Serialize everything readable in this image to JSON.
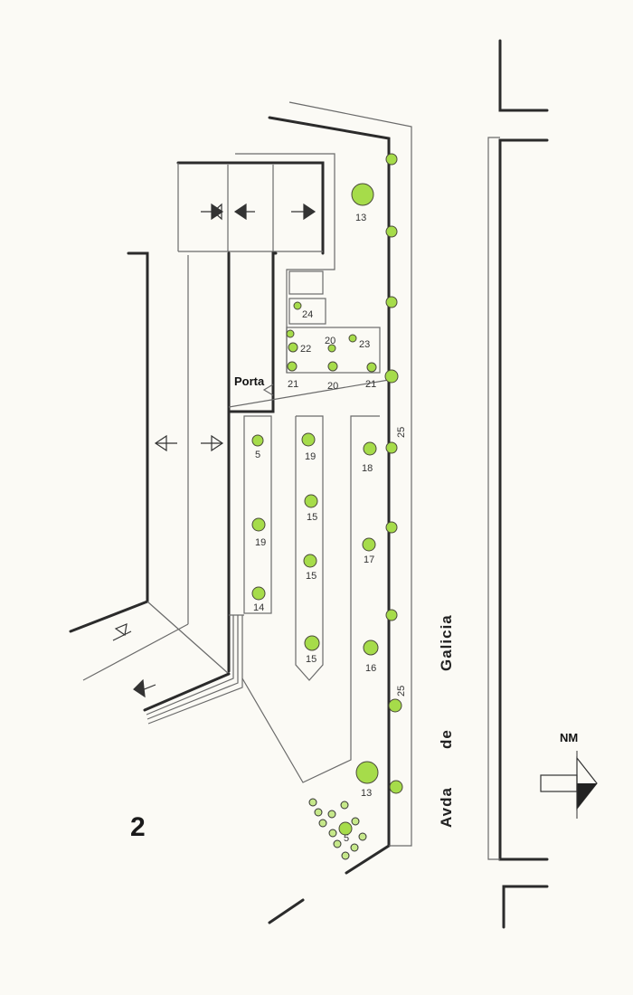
{
  "figure_number": "2",
  "door_label": "Porta",
  "north_label": "NM",
  "street": {
    "part1": "Avda",
    "part2": "de",
    "part3": "Galicia"
  },
  "tree_labels": {
    "top": "13",
    "box24": "24",
    "g20a": "20",
    "g23": "23",
    "g22": "22",
    "row21a": "21",
    "row20": "20",
    "row21b": "21",
    "c1_5": "5",
    "c1_19": "19",
    "c1_14": "14",
    "c2_19": "19",
    "c2_15a": "15",
    "c2_15b": "15",
    "c2_15c": "15",
    "c3_18": "18",
    "c3_17": "17",
    "c3_16": "16",
    "bottom13": "13",
    "shrubs5": "5"
  },
  "dimensions": {
    "top": "25",
    "bottom": "25"
  },
  "colors": {
    "tree": "#a6dc4a",
    "line": "#2b2b2b",
    "paper": "#fbfaf5"
  }
}
